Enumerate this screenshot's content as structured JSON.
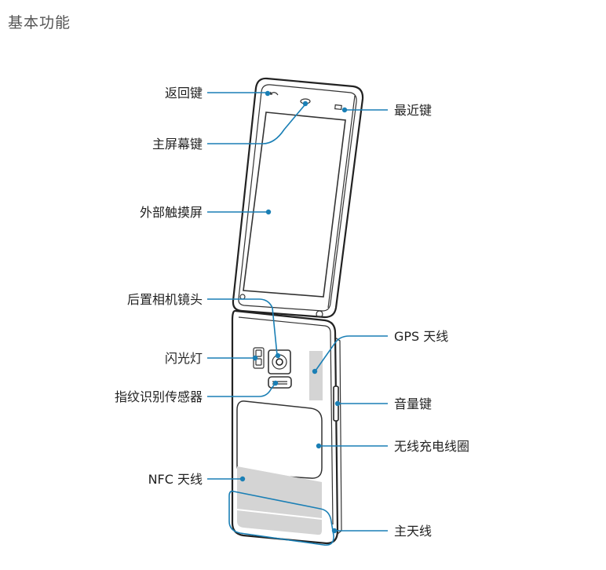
{
  "section_title": "基本功能",
  "labels": {
    "back_key": "返回键",
    "home_key": "主屏幕键",
    "external_touchscreen": "外部触摸屏",
    "rear_camera": "后置相机镜头",
    "flash": "闪光灯",
    "fingerprint_sensor": "指纹识别传感器",
    "nfc_antenna": "NFC 天线",
    "recent_key": "最近键",
    "gps_antenna": "GPS 天线",
    "volume_key": "音量键",
    "wireless_charging_coil": "无线充电线圈",
    "main_antenna": "主天线"
  },
  "colors": {
    "leader": "#1a7fb5",
    "outline": "#222222",
    "antenna_fill": "#d4d4d4"
  }
}
